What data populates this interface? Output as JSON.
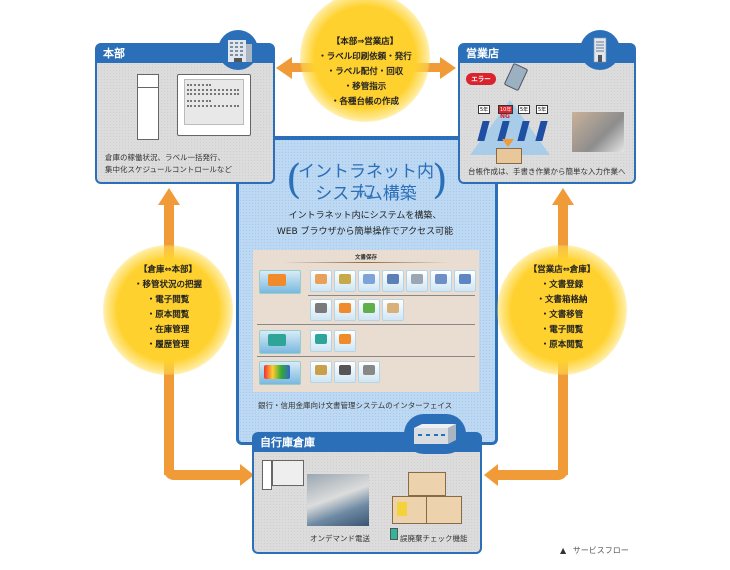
{
  "hq": {
    "title": "本部",
    "icon": "office-building-icon",
    "caption_lines": [
      "倉庫の稼働状況、ラベル一括発行、",
      "集中化スケジュールコントロールなど"
    ]
  },
  "branch": {
    "title": "営業店",
    "icon": "tall-building-icon",
    "error_label": "エラー",
    "binder_labels": [
      "5年",
      "10年",
      "5年",
      "5年"
    ],
    "ng_label": "NG",
    "caption": "台帳作成は、手書き作業から簡単な入力作業へ"
  },
  "warehouse": {
    "title": "自行庫倉庫",
    "icon": "warehouse-icon",
    "items": [
      {
        "label": "オンデマンド電送"
      },
      {
        "label": "誤廃棄チェック機能"
      }
    ]
  },
  "center": {
    "title_line1": "イントラネット内に",
    "title_line2": "システム構築",
    "paren_open": "(",
    "paren_close": ")",
    "desc_line1": "イントラネット内にシステムを構築、",
    "desc_line2": "WEB ブラウザから簡単操作でアクセス可能",
    "screenshot_title": "文書保存",
    "screenshot_caption": "銀行・信用金庫向け文書管理システムのインターフェイス"
  },
  "flows": {
    "hq_branch": {
      "heading": "【本部⇒営業店】",
      "items": [
        "・ラベル印刷依頼・発行",
        "・ラベル配付・回収",
        "・移管指示",
        "・各種台帳の作成"
      ]
    },
    "warehouse_hq": {
      "heading": "【倉庫⇔本部】",
      "items": [
        "・移管状況の把握",
        "・電子閲覧",
        "・原本閲覧",
        "・在庫管理",
        "・履歴管理"
      ]
    },
    "branch_warehouse": {
      "heading": "【営業店⇔倉庫】",
      "items": [
        "・文書登録",
        "・文書箱格納",
        "・文書移管",
        "・電子閲覧",
        "・原本閲覧"
      ]
    }
  },
  "colors": {
    "panel_blue": "#2a6fb8",
    "arrow_orange": "#f09a38",
    "glow_yellow": "#ffd12e",
    "center_bg": "#bcd8f2",
    "error_red": "#d9232d"
  },
  "footer": {
    "marker": "▲",
    "label": "サービスフロー"
  }
}
